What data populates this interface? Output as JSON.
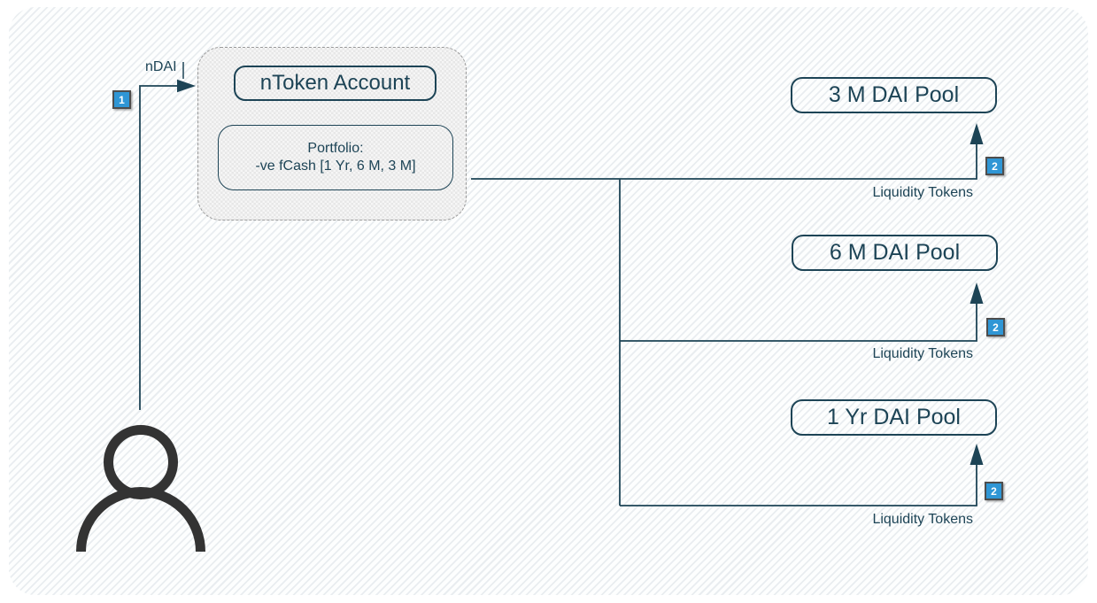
{
  "diagram": {
    "edge_in": {
      "label": "nDAI",
      "badge": "1"
    },
    "ntoken": {
      "title": "nToken Account",
      "portfolio_line1": "Portfolio:",
      "portfolio_line2": "-ve fCash [1 Yr, 6 M, 3 M]"
    },
    "pools": [
      {
        "label": "3 M DAI Pool",
        "edge_label": "Liquidity Tokens",
        "badge": "2"
      },
      {
        "label": "6 M DAI Pool",
        "edge_label": "Liquidity Tokens",
        "badge": "2"
      },
      {
        "label": "1 Yr DAI Pool",
        "edge_label": "Liquidity Tokens",
        "badge": "2"
      }
    ],
    "colors": {
      "line": "#1d4456",
      "text": "#1d4456",
      "badge_fill": "#2f96d5",
      "badge_border": "#4d4d4d",
      "person": "#333333",
      "canvas_stripe": "#e9edf0",
      "hatch": "#e7e7e7",
      "dashed_border": "#999999"
    }
  }
}
